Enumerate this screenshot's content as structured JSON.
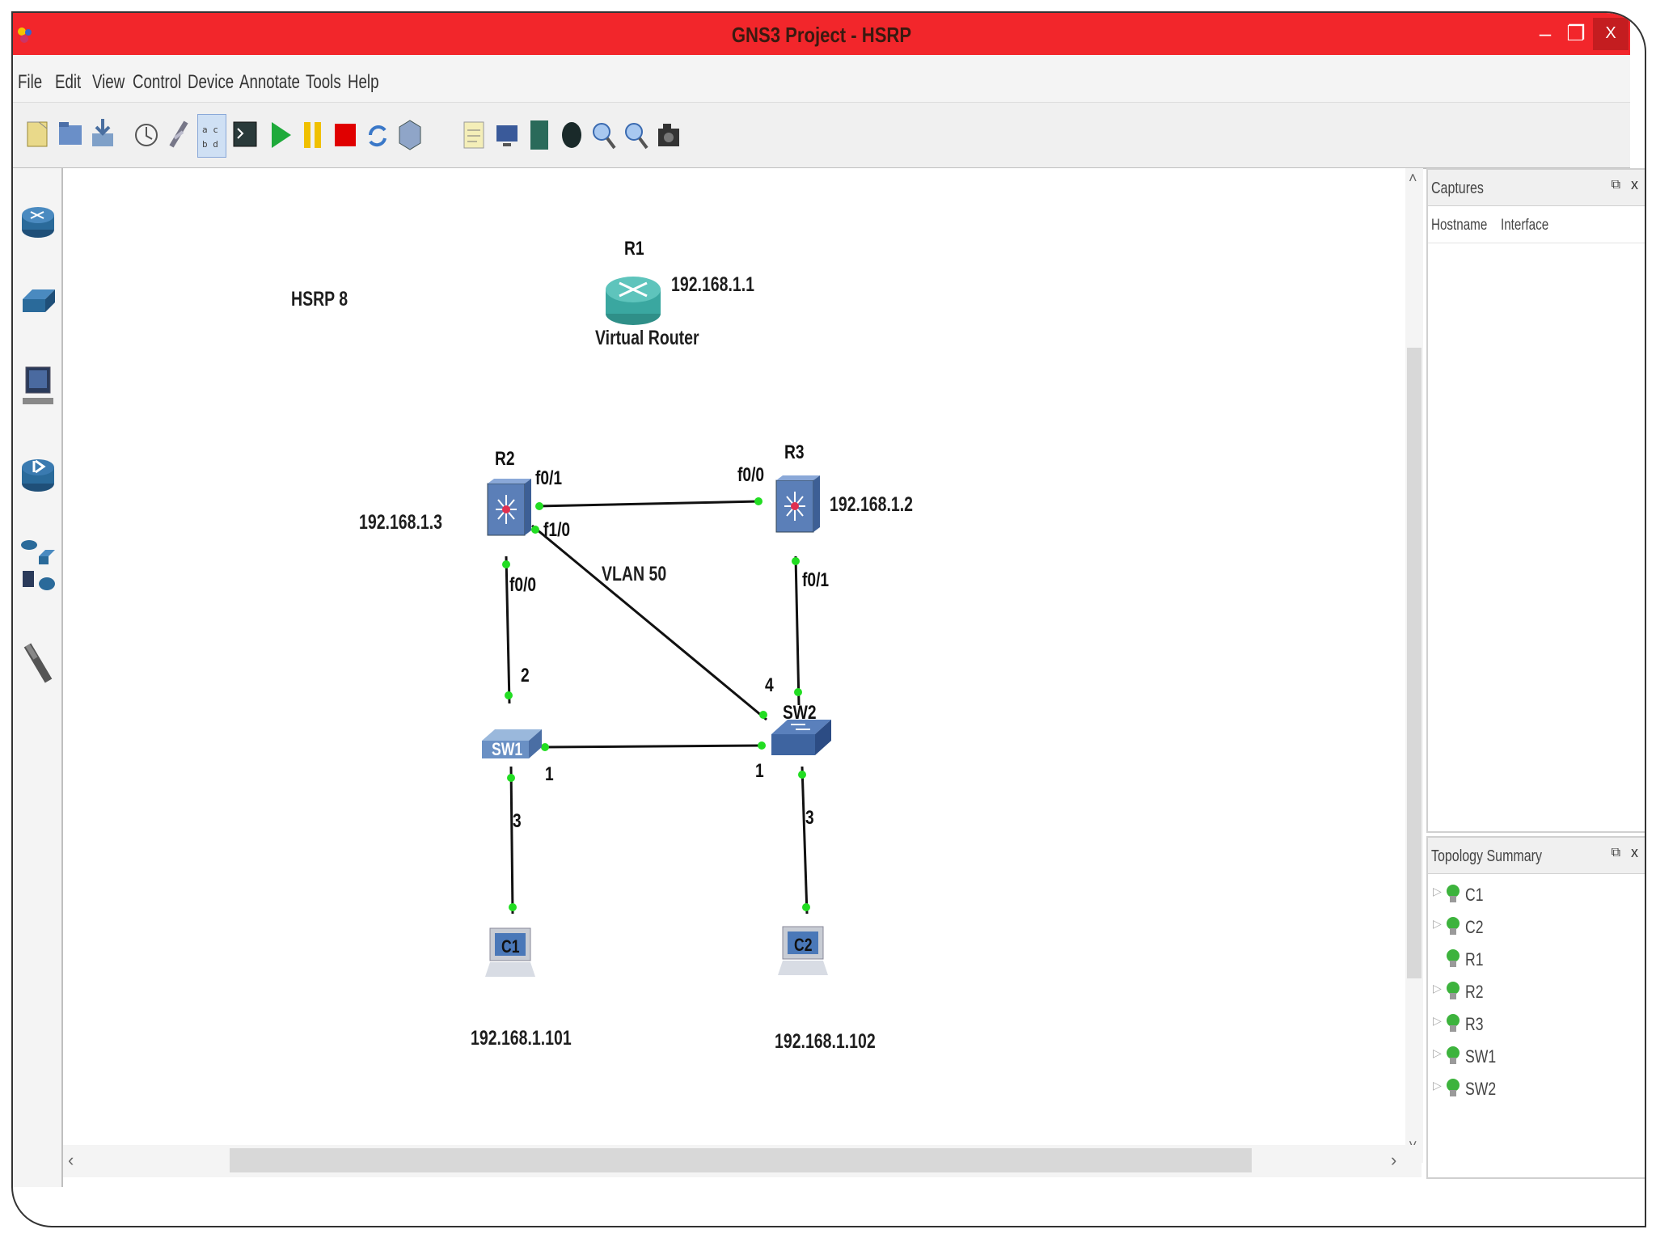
{
  "window": {
    "title": "GNS3 Project - HSRP"
  },
  "menu": [
    "File",
    "Edit",
    "View",
    "Control",
    "Device",
    "Annotate",
    "Tools",
    "Help"
  ],
  "toolbar_icons": [
    "new-project-icon",
    "open-project-icon",
    "save-project-icon",
    "snapshot-icon",
    "link-icon",
    "show-interface-labels-icon",
    "console-icon",
    "start-icon",
    "suspend-icon",
    "stop-icon",
    "reload-icon",
    "virtualbox-icon",
    "add-note-icon",
    "screenshot-icon",
    "rectangle-icon",
    "ellipse-icon",
    "zoom-in-icon",
    "zoom-out-icon",
    "camera-icon"
  ],
  "device_types": [
    "routers-icon",
    "switches-icon",
    "end-devices-icon",
    "security-devices-icon",
    "all-devices-icon",
    "add-link-icon"
  ],
  "canvas": {
    "annotation_hsrp": "HSRP 8",
    "r1": {
      "name": "R1",
      "ip": "192.168.1.1",
      "caption": "Virtual Router"
    },
    "r2": {
      "name": "R2",
      "ip": "192.168.1.3"
    },
    "r3": {
      "name": "R3",
      "ip": "192.168.1.2"
    },
    "sw1": {
      "name": "SW1"
    },
    "sw2": {
      "name": "SW2"
    },
    "c1": {
      "name": "C1",
      "ip": "192.168.1.101"
    },
    "c2": {
      "name": "C2",
      "ip": "192.168.1.102"
    },
    "vlan": "VLAN 50",
    "ports": {
      "r2_f01": "f0/1",
      "r2_f10": "f1/0",
      "r2_f00": "f0/0",
      "r3_f00": "f0/0",
      "r3_f01": "f0/1",
      "sw1_2": "2",
      "sw1_1": "1",
      "sw1_3": "3",
      "sw2_4": "4",
      "sw2_1": "1",
      "sw2_3": "3"
    }
  },
  "captures": {
    "title": "Captures",
    "columns": [
      "Hostname",
      "Interface"
    ]
  },
  "topology": {
    "title": "Topology Summary",
    "nodes": [
      "C1",
      "C2",
      "R1",
      "R2",
      "R3",
      "SW1",
      "SW2"
    ]
  },
  "colors": {
    "titlebar": "#f2262b",
    "link_dot": "#22dd22",
    "router_teal": "#3aa7a0",
    "switch_blue": "#4a72b0"
  }
}
